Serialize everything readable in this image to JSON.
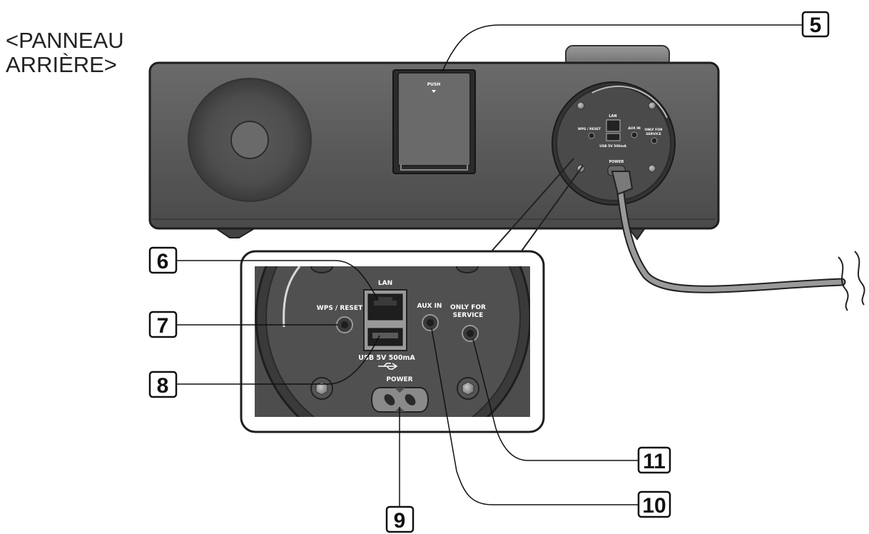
{
  "title": {
    "line1": "<PANNEAU",
    "line2": "ARRIÈRE>"
  },
  "device": {
    "push_label": "PUSH",
    "connector_labels": {
      "lan": "LAN",
      "wps_reset": "WPS / RESET",
      "aux_in": "AUX IN",
      "only_for_line1": "ONLY FOR",
      "only_for_line2": "SERVICE",
      "usb": "USB 5V 500mA",
      "power": "POWER"
    }
  },
  "callouts": [
    "5",
    "6",
    "7",
    "8",
    "9",
    "10",
    "11"
  ],
  "colors": {
    "body_fill": "#5d5d5d",
    "panel_fill": "#4a4a4a",
    "outline": "#1e1e1e",
    "cable": "#8c8c8c",
    "label_text": "#ffffff"
  }
}
